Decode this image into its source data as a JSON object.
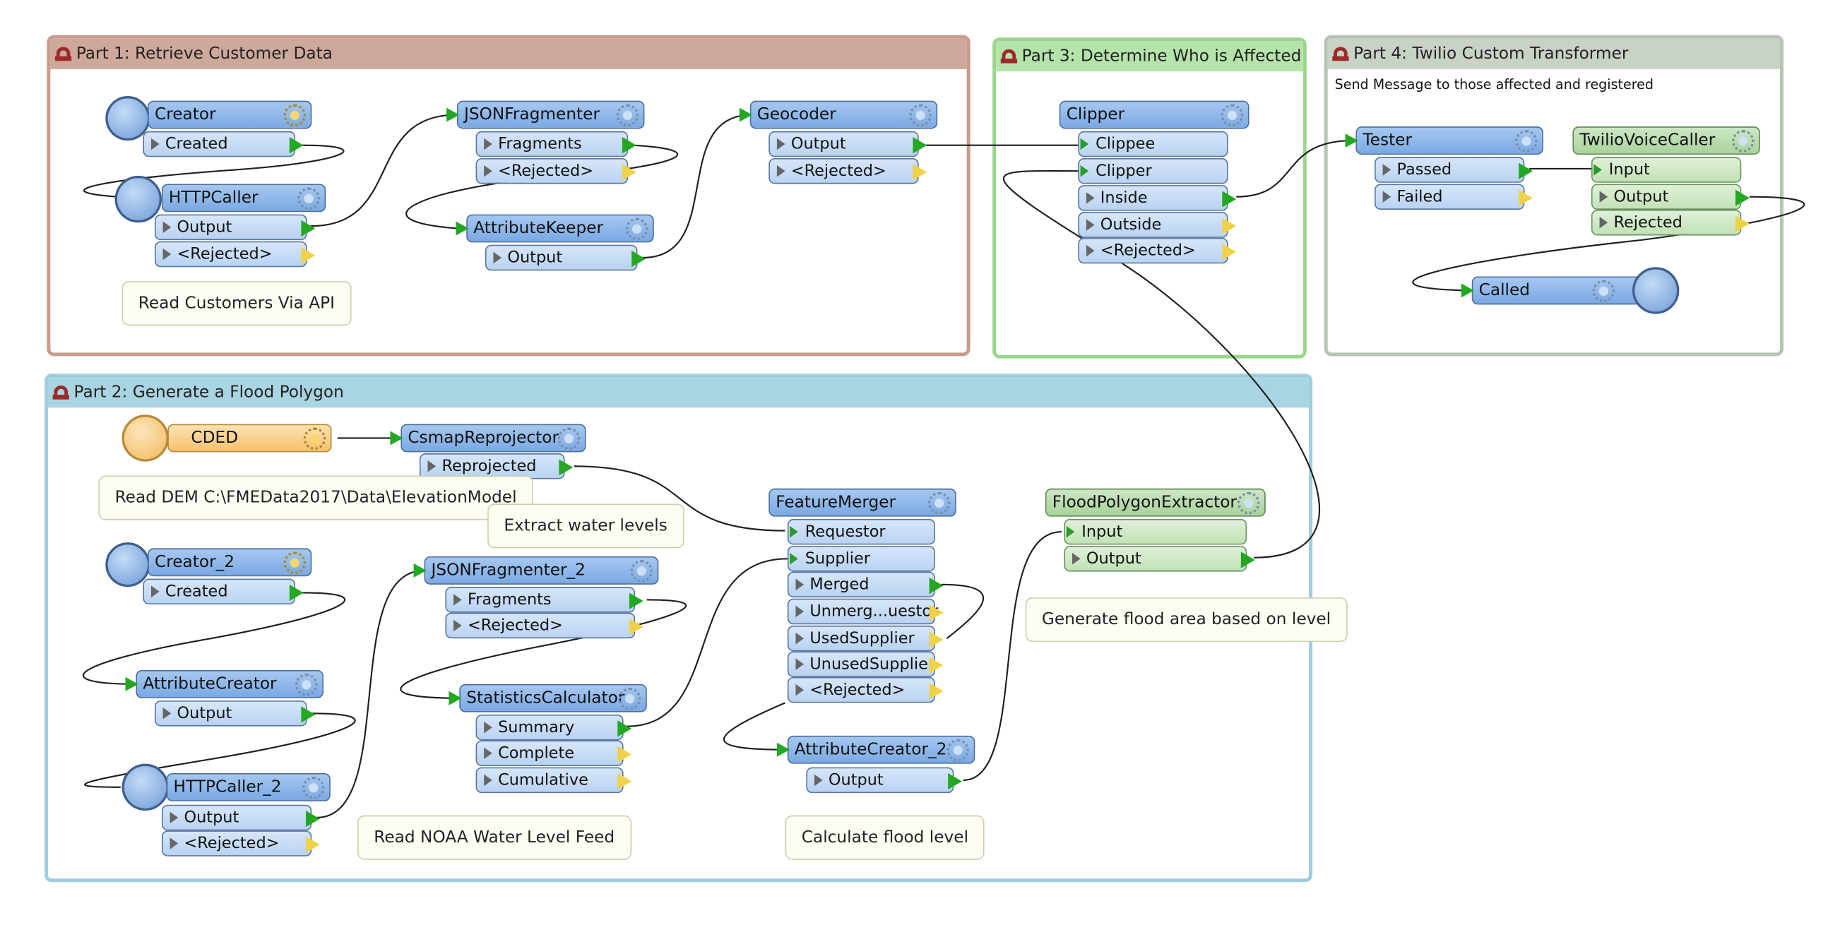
{
  "bookmarks": {
    "part1": {
      "title": "Part 1: Retrieve Customer Data"
    },
    "part2": {
      "title": "Part 2: Generate a Flood Polygon"
    },
    "part3": {
      "title": "Part 3: Determine Who is Affected"
    },
    "part4": {
      "title": "Part 4: Twilio Custom Transformer",
      "description": "Send Message to those affected and registered"
    }
  },
  "nodes": {
    "creator": {
      "name": "Creator",
      "ports": [
        "Created"
      ]
    },
    "httpcaller": {
      "name": "HTTPCaller",
      "ports": [
        "Output",
        "<Rejected>"
      ]
    },
    "jsonfragmenter": {
      "name": "JSONFragmenter",
      "ports": [
        "Fragments",
        "<Rejected>"
      ]
    },
    "attributekeeper": {
      "name": "AttributeKeeper",
      "ports": [
        "Output"
      ]
    },
    "geocoder": {
      "name": "Geocoder",
      "ports": [
        "Output",
        "<Rejected>"
      ]
    },
    "clipper": {
      "name": "Clipper",
      "inputs": [
        "Clippee",
        "Clipper"
      ],
      "ports": [
        "Inside",
        "Outside",
        "<Rejected>"
      ]
    },
    "tester": {
      "name": "Tester",
      "ports": [
        "Passed",
        "Failed"
      ]
    },
    "twilio": {
      "name": "TwilioVoiceCaller",
      "inputs": [
        "Input"
      ],
      "ports": [
        "Output",
        "Rejected"
      ]
    },
    "called": {
      "name": "Called"
    },
    "cded": {
      "name": "CDED"
    },
    "csmap": {
      "name": "CsmapReprojector",
      "ports": [
        "Reprojected"
      ]
    },
    "creator2": {
      "name": "Creator_2",
      "ports": [
        "Created"
      ]
    },
    "attrcreator": {
      "name": "AttributeCreator",
      "ports": [
        "Output"
      ]
    },
    "httpcaller2": {
      "name": "HTTPCaller_2",
      "ports": [
        "Output",
        "<Rejected>"
      ]
    },
    "jsonfrag2": {
      "name": "JSONFragmenter_2",
      "ports": [
        "Fragments",
        "<Rejected>"
      ]
    },
    "statcalc": {
      "name": "StatisticsCalculator",
      "ports": [
        "Summary",
        "Complete",
        "Cumulative"
      ]
    },
    "featuremerger": {
      "name": "FeatureMerger",
      "inputs": [
        "Requestor",
        "Supplier"
      ],
      "ports": [
        "Merged",
        "Unmerg...uestor",
        "UsedSupplier",
        "UnusedSupplier",
        "<Rejected>"
      ]
    },
    "attrcreator2": {
      "name": "AttributeCreator_2",
      "ports": [
        "Output"
      ]
    },
    "floodextractor": {
      "name": "FloodPolygonExtractor",
      "inputs": [
        "Input"
      ],
      "ports": [
        "Output"
      ]
    }
  },
  "annotations": {
    "read_customers": "Read Customers Via API",
    "read_dem": "Read DEM C:\\FMEData2017\\Data\\ElevationModel",
    "extract_water": "Extract water levels",
    "read_noaa": "Read NOAA Water Level Feed",
    "calc_flood": "Calculate flood level",
    "gen_flood": "Generate flood area based on level"
  },
  "colors": {
    "part1_border": "#c99a8e",
    "part1_header": "#cfa89c",
    "part2_border": "#9fcddd",
    "part2_header": "#a9d4e2",
    "part3_border": "#9ad68a",
    "part3_header": "#b5e4aa",
    "part4_border": "#b7c4b5",
    "part4_header": "#c8d3c6",
    "transformer_blue": "#7aa9e3",
    "custom_green": "#a8d39b",
    "reader_orange": "#f6c26f",
    "output_port": "#24a824",
    "rejected_port": "#f0d24a"
  }
}
